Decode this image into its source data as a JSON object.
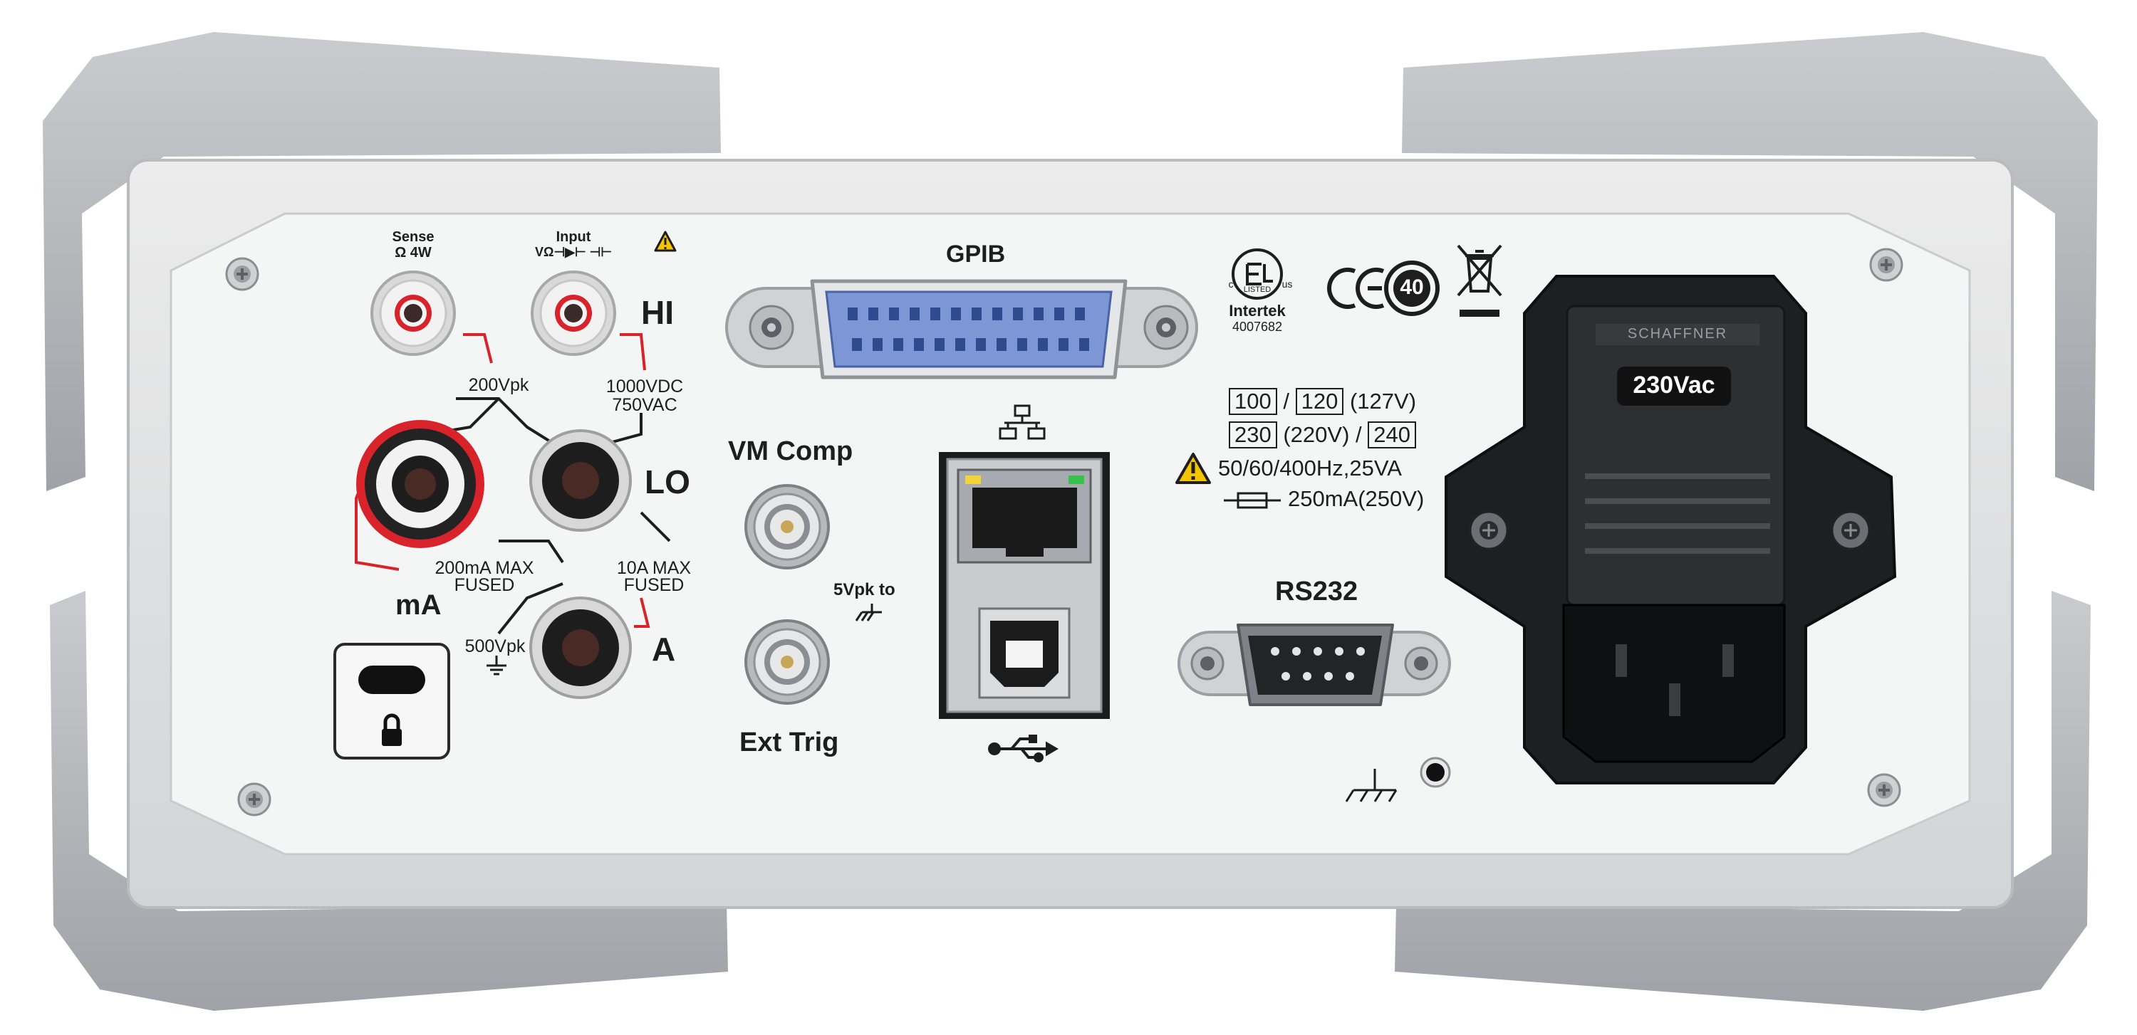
{
  "terminals": {
    "sense": {
      "title": "Sense",
      "sub": "Ω 4W"
    },
    "input": {
      "title": "Input",
      "sub": "VΩ⊣▶⊢ ⊣⊢"
    },
    "hi": "HI",
    "lo": "LO",
    "ma": "mA",
    "a": "A",
    "v200": "200Vpk",
    "v1000": "1000VDC",
    "v750": "750VAC",
    "ma_max": "200mA MAX",
    "ma_fused": "FUSED",
    "a_max": "10A MAX",
    "a_fused": "FUSED",
    "v500": "500Vpk"
  },
  "ports": {
    "gpib": "GPIB",
    "vm_comp": "VM Comp",
    "five_vpk": "5Vpk to",
    "ext_trig": "Ext Trig",
    "rs232": "RS232"
  },
  "certification": {
    "intertek": "Intertek",
    "number": "4007682",
    "listed": "LISTED",
    "c": "c",
    "us": "us",
    "ce": "CE",
    "rohs": "40"
  },
  "power_rating": {
    "v100": "100",
    "v120": "120",
    "v127": "(127V)",
    "v230": "230",
    "v220": "(220V)",
    "v240": "240",
    "slash": "/",
    "freq": "50/60/400Hz,25VA",
    "fuse": "250mA(250V)"
  },
  "power_module": {
    "brand": "SCHAFFNER",
    "voltage": "230Vac"
  },
  "colors": {
    "bumper": "#b3b5b8",
    "bezel": "#dcdedf",
    "panel": "#f3f4f4",
    "gpib_blue": "#7d97d6",
    "terminal_red": "#d8232a",
    "power_body": "#1d1f21"
  }
}
